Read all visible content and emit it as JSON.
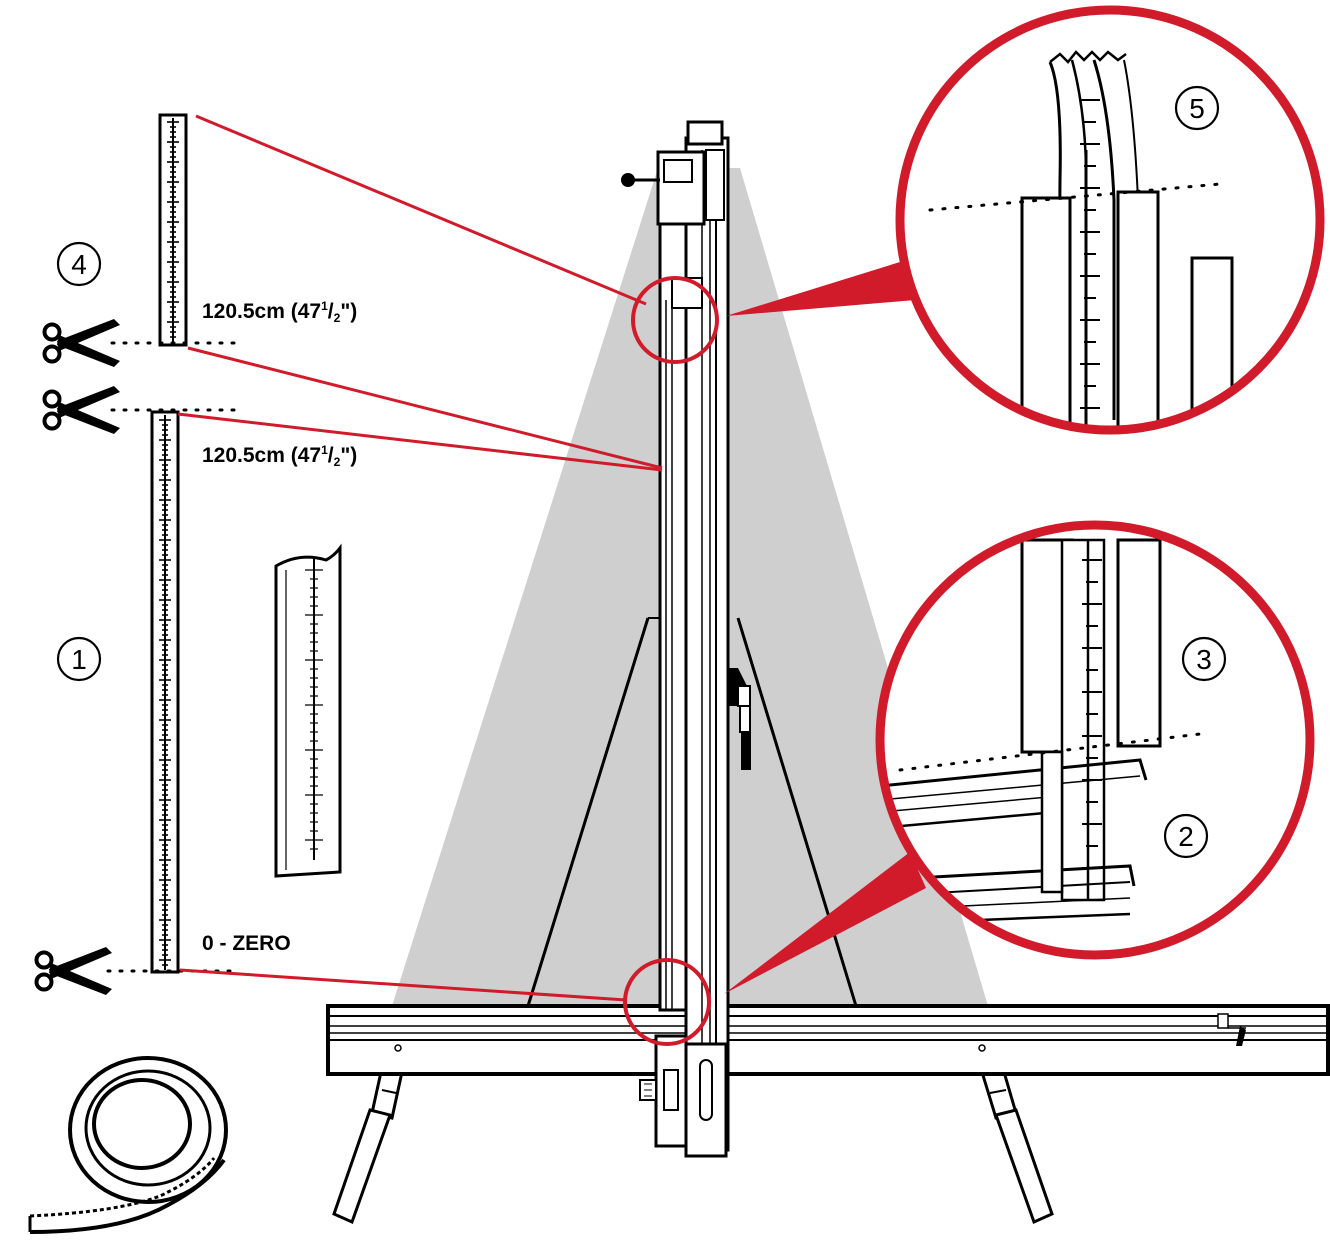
{
  "colors": {
    "callout": "#d11a2a",
    "machine_fill": "#cfcfcf",
    "ink": "#000000",
    "paper": "#ffffff"
  },
  "steps": {
    "one": "1",
    "two": "2",
    "three": "3",
    "four": "4",
    "five": "5"
  },
  "labels": {
    "upper_length_main": "120.5cm (47",
    "upper_length_sup1": "1",
    "upper_length_slash": "/",
    "upper_length_sup2": "2",
    "upper_length_end": "\")",
    "lower_length_main": "120.5cm (47",
    "lower_length_sup1": "1",
    "lower_length_slash": "/",
    "lower_length_sup2": "2",
    "lower_length_end": "\")",
    "zero": "0 - ZERO"
  },
  "icons": {
    "scissors": "scissors-icon",
    "tape_roll": "tape-roll-icon",
    "tape_strip": "tape-strip-icon",
    "step_marker": "numbered-circle-icon"
  }
}
